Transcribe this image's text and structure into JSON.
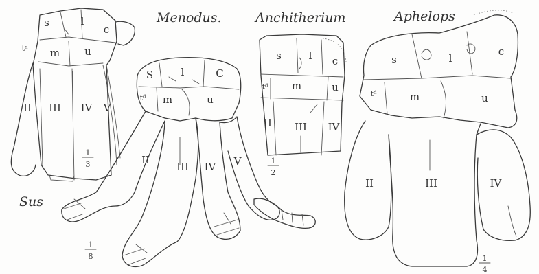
{
  "titles": {
    "sus": "Sus",
    "menodus": "Menodus.",
    "anchitherium": "Anchitherium",
    "aphelops": "Aphelops"
  },
  "scales": {
    "sus": {
      "num": "1",
      "den": "3"
    },
    "menodus": {
      "num": "1",
      "den": "8"
    },
    "anchitherium": {
      "num": "1",
      "den": "2"
    },
    "aphelops": {
      "num": "1",
      "den": "4"
    }
  },
  "labels": {
    "sus": {
      "s": "s",
      "l": "l",
      "c": "c",
      "td": "tᵈ",
      "m": "m",
      "u": "u",
      "II": "II",
      "III": "III",
      "IV": "IV",
      "V": "V"
    },
    "menodus": {
      "s": "S",
      "l": "l",
      "c": "C",
      "td": "tᵈ",
      "m": "m",
      "u": "u",
      "II": "II",
      "III": "III",
      "IV": "IV",
      "V": "V"
    },
    "anchitherium": {
      "s": "s",
      "l": "l",
      "c": "c",
      "td": "tᵈ",
      "m": "m",
      "u": "u",
      "II": "II",
      "III": "III",
      "IV": "IV"
    },
    "aphelops": {
      "s": "s",
      "l": "l",
      "c": "c",
      "td": "tᵈ",
      "m": "m",
      "u": "u",
      "II": "II",
      "III": "III",
      "IV": "IV"
    }
  }
}
